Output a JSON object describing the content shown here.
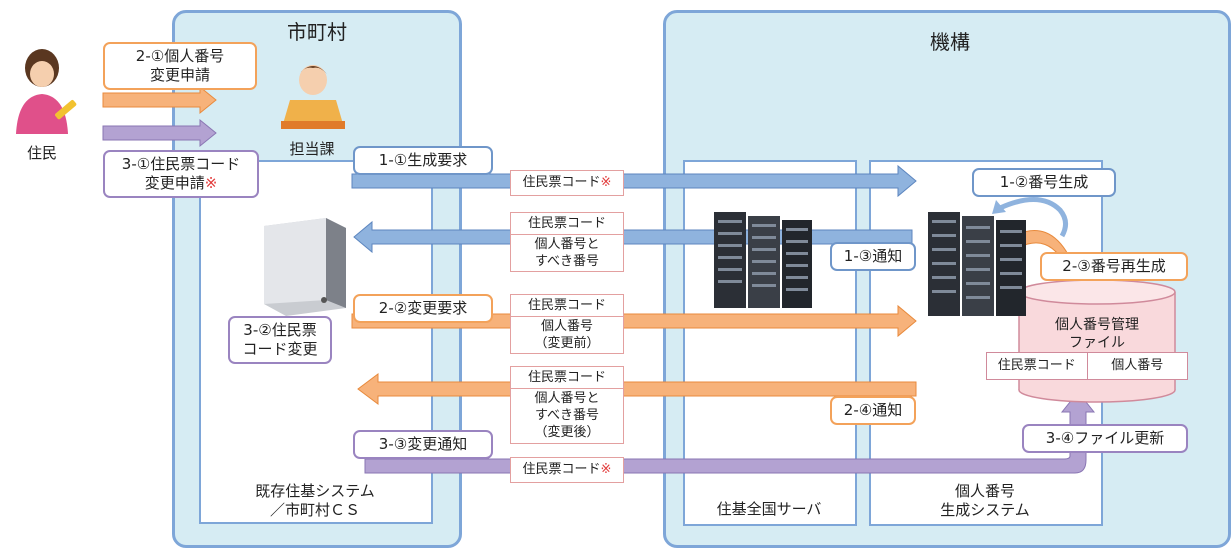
{
  "panels": {
    "municipality_title": "市町村",
    "kikou_title": "機構",
    "existing_system": "既存住基システム\n／市町村ＣＳ",
    "national_server": "住基全国サーバ",
    "number_generation": "個人番号\n生成システム"
  },
  "actors": {
    "resident": "住民",
    "department": "担当課"
  },
  "callouts": {
    "c2_1": "2-①個人番号\n変更申請",
    "c3_1_text": "3-①住民票コード\n変更申請",
    "c1_1": "1-①生成要求",
    "c1_2": "1-②番号生成",
    "c1_3": "1-③通知",
    "c2_3": "2-③番号再生成",
    "c2_2": "2-②変更要求",
    "c3_2": "3-②住民票\nコード変更",
    "c2_4": "2-④通知",
    "c3_3": "3-③変更通知",
    "c3_4": "3-④ファイル更新"
  },
  "data_boxes": {
    "d1_code": "住民票コード",
    "d2_code": "住民票コード",
    "d2_number": "個人番号と\nすべき番号",
    "d3_code": "住民票コード",
    "d3_number": "個人番号\n（変更前）",
    "d4_code": "住民票コード",
    "d4_number": "個人番号と\nすべき番号\n（変更後）",
    "d5_code": "住民票コード"
  },
  "footnote_mark": "※",
  "file": {
    "label": "個人番号管理\nファイル",
    "col1": "住民票コード",
    "col2": "個人番号"
  },
  "colors": {
    "blue_arrow": "#8fb3de",
    "orange_arrow": "#f7b27a",
    "purple_arrow": "#b3a2d2",
    "panel_fill": "#d6ecf3",
    "cylinder_fill": "#f9d9dc"
  }
}
